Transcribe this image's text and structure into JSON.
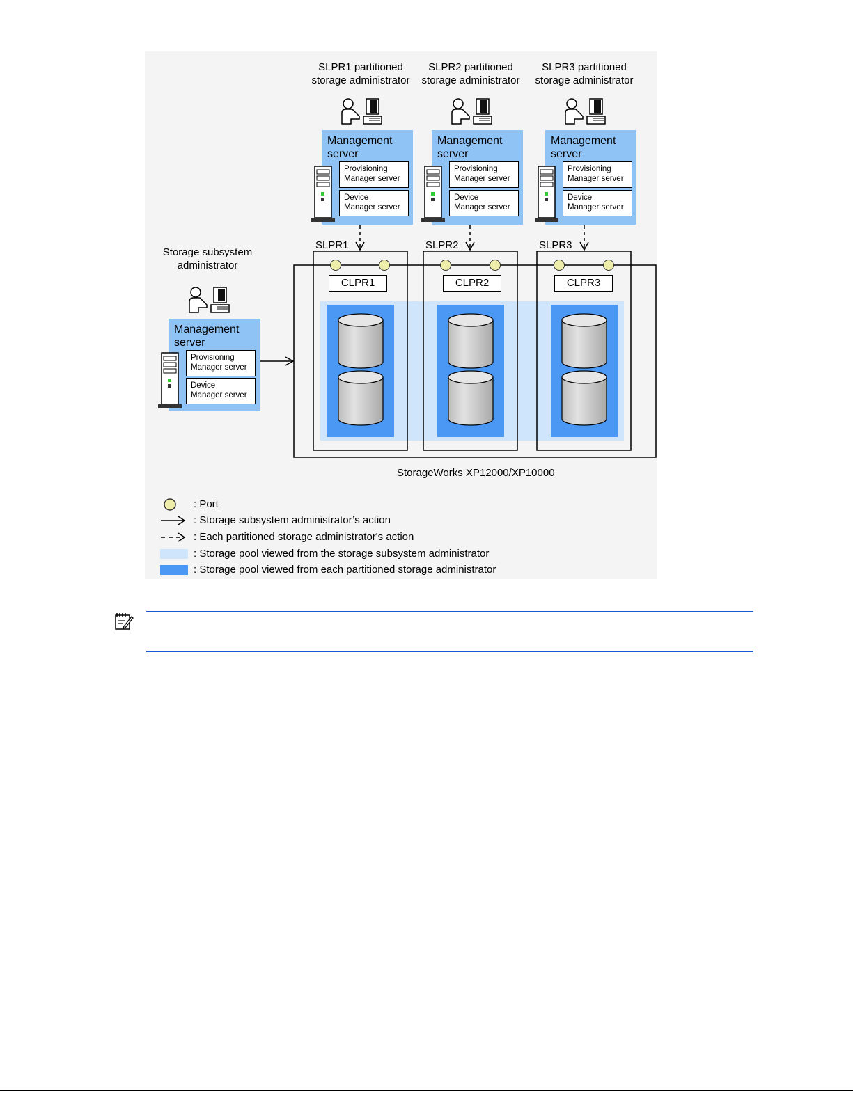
{
  "figure": {
    "partitions": [
      {
        "admin_label_line1": "SLPR1 partitioned",
        "admin_label_line2": "storage administrator",
        "slpr": "SLPR1",
        "clpr": "CLPR1"
      },
      {
        "admin_label_line1": "SLPR2 partitioned",
        "admin_label_line2": "storage administrator",
        "slpr": "SLPR2",
        "clpr": "CLPR2"
      },
      {
        "admin_label_line1": "SLPR3 partitioned",
        "admin_label_line2": "storage administrator",
        "slpr": "SLPR3",
        "clpr": "CLPR3"
      }
    ],
    "subsystem_admin_line1": "Storage subsystem",
    "subsystem_admin_line2": "administrator",
    "management_server_line1": "Management",
    "management_server_line2": "server",
    "provisioning_line1": "Provisioning",
    "provisioning_line2": "Manager server",
    "device_line1": "Device",
    "device_line2": "Manager server",
    "storage_label": "StorageWorks XP12000/XP10000",
    "colors": {
      "management_bg": "#8fc3f5",
      "pool_light": "#cfe5fb",
      "pool_dark": "#4a98f3",
      "port_fill": "#eeeeaa",
      "note_rule": "#1a56d6"
    }
  },
  "legend": {
    "port": ": Port",
    "solid_arrow": ": Storage subsystem administrator’s action",
    "dashed_arrow": ": Each partitioned storage administrator's action",
    "light_pool": ": Storage pool viewed from the storage subsystem administrator",
    "dark_pool": ": Storage pool viewed from each partitioned storage administrator"
  },
  "note": {
    "icon": "note-icon"
  }
}
